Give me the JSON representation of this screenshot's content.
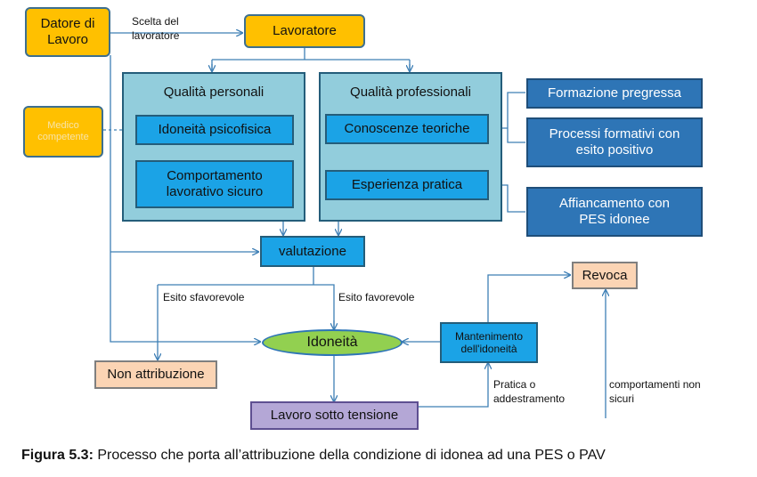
{
  "nodes": {
    "datore": "Datore di Lavoro",
    "lavoratore": "Lavoratore",
    "medico": "Medico competente",
    "qualita_personali": "Qualità personali",
    "idoneita_psicofisica": "Idoneità psicofisica",
    "comportamento": "Comportamento lavorativo sicuro",
    "qualita_professionali": "Qualità professionali",
    "conoscenze": "Conoscenze teoriche",
    "esperienza": "Esperienza pratica",
    "formazione": "Formazione pregressa",
    "processi": "Processi formativi con esito positivo",
    "affiancamento": "Affiancamento con PES idonee",
    "valutazione": "valutazione",
    "idoneita": "Idoneità",
    "non_attribuzione": "Non attribuzione",
    "mantenimento": "Mantenimento dell'idoneità",
    "revoca": "Revoca",
    "lavoro": "Lavoro sotto tensione"
  },
  "edge_labels": {
    "scelta": "Scelta del lavoratore",
    "sfavorevole": "Esito sfavorevole",
    "favorevole": "Esito favorevole",
    "pratica": "Pratica o addestramento",
    "comportamenti": "comportamenti non sicuri"
  },
  "caption": {
    "prefix": "Figura 5.3:",
    "text": " Processo che porta all’attribuzione della condizione di idonea ad una PES o PAV"
  },
  "colors": {
    "yellow": "#ffc000",
    "panel": "#92cddc",
    "cyan": "#1ba3e6",
    "navy": "#2e75b6",
    "green": "#92d050",
    "peach": "#fbd4b4",
    "lilac": "#b4a7d6",
    "line": "#3e7fb5"
  }
}
